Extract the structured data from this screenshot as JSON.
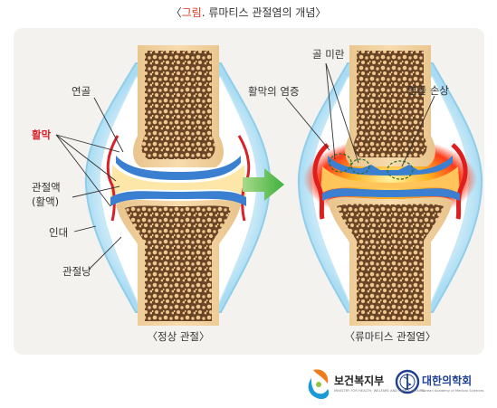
{
  "title": {
    "prefix": "〈",
    "keyword": "그림",
    "rest": ". 류마티스 관절염의 개념〉"
  },
  "normal_joint": {
    "caption": "〈정상 관절〉",
    "labels": {
      "cartilage": "연골",
      "synovium": "활막",
      "synovial_fluid_1": "관절액",
      "synovial_fluid_2": "(활액)",
      "ligament": "인대",
      "capsule": "관절낭"
    }
  },
  "ra_joint": {
    "caption": "〈류마티스 관절염〉",
    "labels": {
      "bone_erosion": "골 미란",
      "synovitis": "활막의 염증",
      "cartilage_damage": "연골 손상"
    }
  },
  "colors": {
    "accent_red": "#d8222a",
    "bone": "#f2d3a0",
    "marrow": "#5b3a22",
    "cartilage": "#3a7fd0",
    "capsule": "#bfe3f5",
    "arrow": "#4cb848"
  },
  "logos": {
    "ministry_name": "보건복지부",
    "ministry_sub": "MINISTRY FOR HEALTH, WELFARE AND FAMILY AFFAIRS",
    "academy_name": "대한의학회",
    "academy_sub": "Korean Academy of Medical Sciences"
  }
}
